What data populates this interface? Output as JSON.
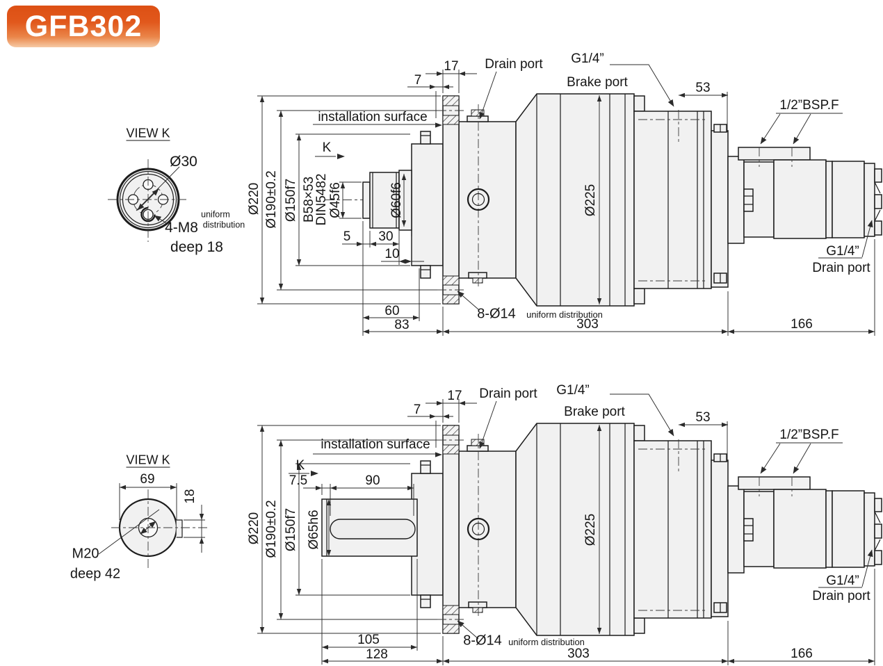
{
  "badge": {
    "model": "GFB302"
  },
  "unit1": {
    "view_k": {
      "title": "VIEW K",
      "pilot_dia": "Ø30",
      "bolts": "4-M8",
      "note_1": "uniform",
      "note_2": "distribution",
      "depth": "deep 18"
    },
    "labels": {
      "installation_surface": "installation surface",
      "view_arrow": "K",
      "drain_port": "Drain port",
      "brake_port_thread": "G1/4”",
      "brake_port": "Brake port",
      "motor_port_thread": "1/2”BSP.F",
      "rear_drain_thread": "G1/4”",
      "rear_drain": "Drain port",
      "mount_holes": "8-Ø14",
      "mount_holes_note": "uniform distribution"
    },
    "dims": {
      "flange_thickness": "17",
      "flange_offset": "7",
      "brake_section": "53",
      "shaft_step": "5",
      "spline_length": "30",
      "shoulder_length": "10",
      "shaft_length": "60",
      "shaft_overall": "83",
      "body_length": "303",
      "motor_length": "166",
      "flange_dia": "Ø220",
      "bolt_circle": "Ø190±0.2",
      "pilot_dia": "Ø150f7",
      "spline_spec_line1": "B58×53",
      "spline_spec_line2": "DIN5482",
      "shaft_end_dia": "Ø45f6",
      "spline_dia": "Ø60f6",
      "housing_dia": "Ø225"
    }
  },
  "unit2": {
    "view_k": {
      "title": "VIEW K",
      "width": "69",
      "keyway_width": "18",
      "thread": "M20",
      "depth": "deep 42"
    },
    "labels": {
      "installation_surface": "installation surface",
      "view_arrow": "K",
      "drain_port": "Drain port",
      "brake_port_thread": "G1/4”",
      "brake_port": "Brake port",
      "motor_port_thread": "1/2”BSP.F",
      "rear_drain_thread": "G1/4”",
      "rear_drain": "Drain port",
      "mount_holes": "8-Ø14",
      "mount_holes_note": "uniform distribution"
    },
    "dims": {
      "flange_thickness": "17",
      "flange_offset": "7",
      "brake_section": "53",
      "shaft_step": "7.5",
      "keyway_length": "90",
      "shaft_dia": "Ø65h6",
      "shaft_length": "105",
      "shaft_overall": "128",
      "body_length": "303",
      "motor_length": "166",
      "flange_dia": "Ø220",
      "bolt_circle": "Ø190±0.2",
      "pilot_dia": "Ø150f7",
      "housing_dia": "Ø225"
    }
  }
}
